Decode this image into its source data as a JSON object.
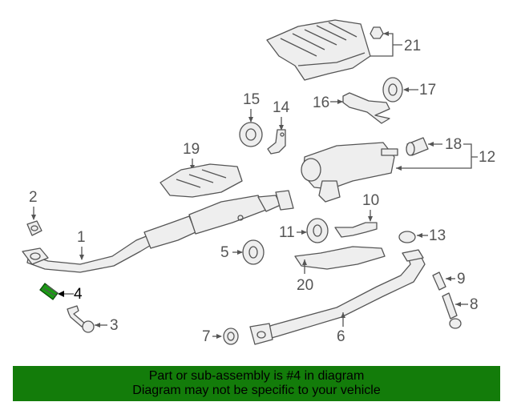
{
  "banner": {
    "line1": "Part or sub-assembly is #4 in diagram",
    "line2": "Diagram may not be specific to your vehicle"
  },
  "highlighted_part": "4",
  "colors": {
    "banner_background": "#137c0a",
    "highlight_part": "#1a9a14",
    "line_art": "#555555"
  },
  "callouts": {
    "c1": "1",
    "c2": "2",
    "c3": "3",
    "c4": "4",
    "c5": "5",
    "c6": "6",
    "c7": "7",
    "c8": "8",
    "c9": "9",
    "c10": "10",
    "c11": "11",
    "c12": "12",
    "c13": "13",
    "c14": "14",
    "c15": "15",
    "c16": "16",
    "c17": "17",
    "c18": "18",
    "c19": "19",
    "c20": "20",
    "c21": "21"
  }
}
